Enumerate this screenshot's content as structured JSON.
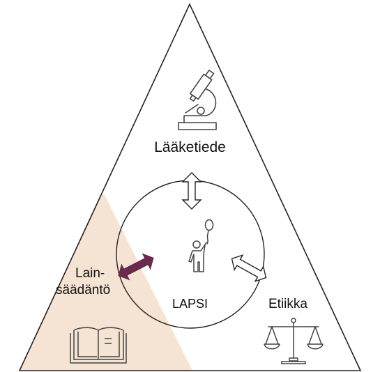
{
  "labels": {
    "medicine": "Lääketiede",
    "child": "LAPSI",
    "ethics": "Etiikka",
    "law_line1": "Lain-",
    "law_line2": "säädäntö"
  },
  "icons": {
    "medicine": "microscope-icon",
    "child": "child-with-balloon-icon",
    "ethics": "balance-scale-icon",
    "law": "open-book-icon"
  },
  "colors": {
    "background": "#ffffff",
    "outline": "#222222",
    "law_region": "#f5e3d3",
    "highlight_arrow": "#6b2a4e",
    "outline_arrow_fill": "#ffffff"
  }
}
